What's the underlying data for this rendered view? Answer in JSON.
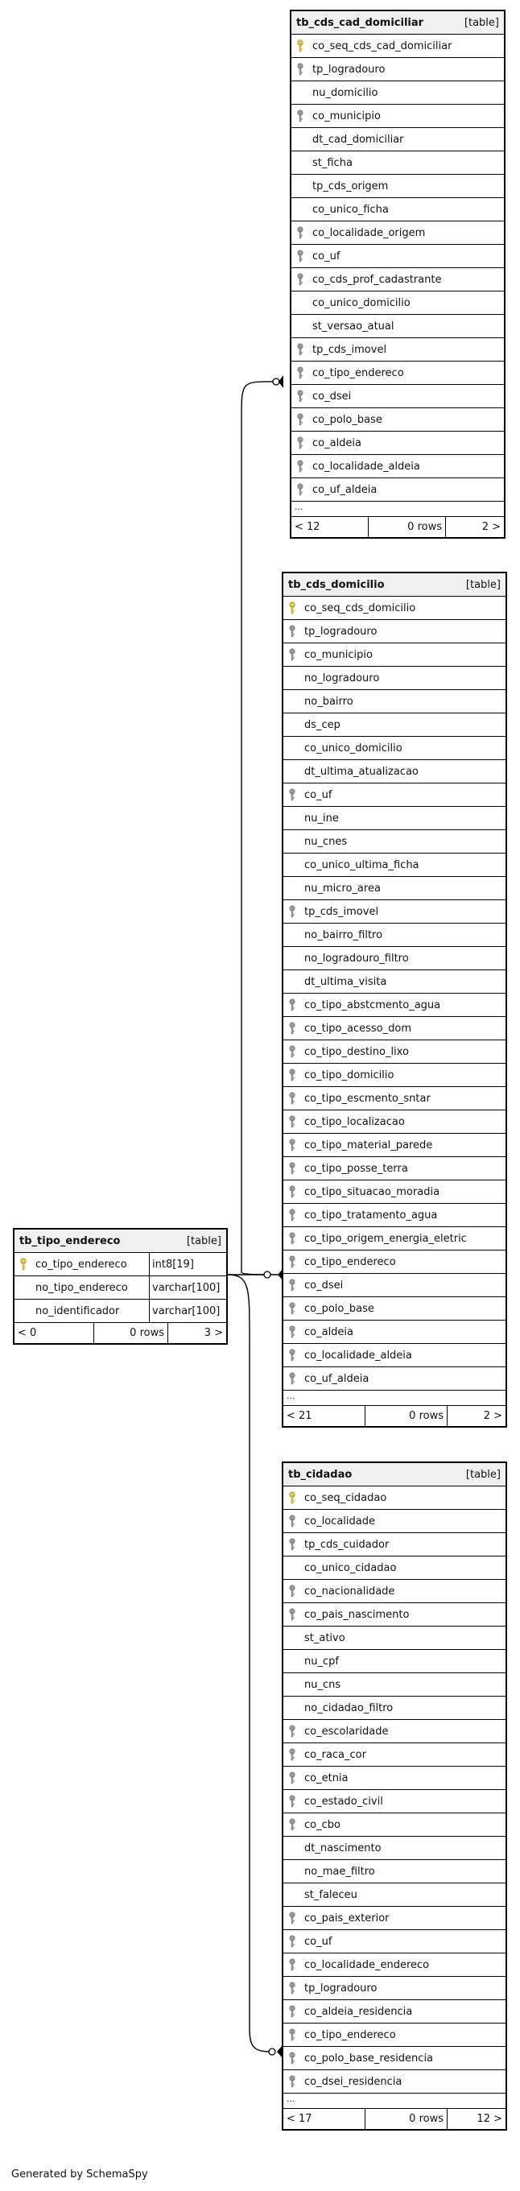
{
  "tables": {
    "cad_domiciliar": {
      "name": "tb_cds_cad_domiciliar",
      "tag": "[table]",
      "columns": [
        {
          "name": "co_seq_cds_cad_domiciliar",
          "key": "pk"
        },
        {
          "name": "tp_logradouro",
          "key": "fk"
        },
        {
          "name": "nu_domicilio",
          "key": ""
        },
        {
          "name": "co_municipio",
          "key": "fk"
        },
        {
          "name": "dt_cad_domiciliar",
          "key": ""
        },
        {
          "name": "st_ficha",
          "key": ""
        },
        {
          "name": "tp_cds_origem",
          "key": ""
        },
        {
          "name": "co_unico_ficha",
          "key": ""
        },
        {
          "name": "co_localidade_origem",
          "key": "fk"
        },
        {
          "name": "co_uf",
          "key": "fk"
        },
        {
          "name": "co_cds_prof_cadastrante",
          "key": "fk"
        },
        {
          "name": "co_unico_domicilio",
          "key": ""
        },
        {
          "name": "st_versao_atual",
          "key": ""
        },
        {
          "name": "tp_cds_imovel",
          "key": "fk"
        },
        {
          "name": "co_tipo_endereco",
          "key": "fk"
        },
        {
          "name": "co_dsei",
          "key": "fk"
        },
        {
          "name": "co_polo_base",
          "key": "fk"
        },
        {
          "name": "co_aldeia",
          "key": "fk"
        },
        {
          "name": "co_localidade_aldeia",
          "key": "fk"
        },
        {
          "name": "co_uf_aldeia",
          "key": "fk"
        }
      ],
      "ellipsis": "...",
      "footer": {
        "left": "< 12",
        "rows": "0 rows",
        "right": "2 >"
      }
    },
    "domicilio": {
      "name": "tb_cds_domicilio",
      "tag": "[table]",
      "columns": [
        {
          "name": "co_seq_cds_domicilio",
          "key": "pk"
        },
        {
          "name": "tp_logradouro",
          "key": "fk"
        },
        {
          "name": "co_municipio",
          "key": "fk"
        },
        {
          "name": "no_logradouro",
          "key": ""
        },
        {
          "name": "no_bairro",
          "key": ""
        },
        {
          "name": "ds_cep",
          "key": ""
        },
        {
          "name": "co_unico_domicilio",
          "key": ""
        },
        {
          "name": "dt_ultima_atualizacao",
          "key": ""
        },
        {
          "name": "co_uf",
          "key": "fk"
        },
        {
          "name": "nu_ine",
          "key": ""
        },
        {
          "name": "nu_cnes",
          "key": ""
        },
        {
          "name": "co_unico_ultima_ficha",
          "key": ""
        },
        {
          "name": "nu_micro_area",
          "key": ""
        },
        {
          "name": "tp_cds_imovel",
          "key": "fk"
        },
        {
          "name": "no_bairro_filtro",
          "key": ""
        },
        {
          "name": "no_logradouro_filtro",
          "key": ""
        },
        {
          "name": "dt_ultima_visita",
          "key": ""
        },
        {
          "name": "co_tipo_abstcmento_agua",
          "key": "fk"
        },
        {
          "name": "co_tipo_acesso_dom",
          "key": "fk"
        },
        {
          "name": "co_tipo_destino_lixo",
          "key": "fk"
        },
        {
          "name": "co_tipo_domicilio",
          "key": "fk"
        },
        {
          "name": "co_tipo_escmento_sntar",
          "key": "fk"
        },
        {
          "name": "co_tipo_localizacao",
          "key": "fk"
        },
        {
          "name": "co_tipo_material_parede",
          "key": "fk"
        },
        {
          "name": "co_tipo_posse_terra",
          "key": "fk"
        },
        {
          "name": "co_tipo_situacao_moradia",
          "key": "fk"
        },
        {
          "name": "co_tipo_tratamento_agua",
          "key": "fk"
        },
        {
          "name": "co_tipo_origem_energia_eletric",
          "key": "fk"
        },
        {
          "name": "co_tipo_endereco",
          "key": "fk"
        },
        {
          "name": "co_dsei",
          "key": "fk"
        },
        {
          "name": "co_polo_base",
          "key": "fk"
        },
        {
          "name": "co_aldeia",
          "key": "fk"
        },
        {
          "name": "co_localidade_aldeia",
          "key": "fk"
        },
        {
          "name": "co_uf_aldeia",
          "key": "fk"
        }
      ],
      "ellipsis": "...",
      "footer": {
        "left": "< 21",
        "rows": "0 rows",
        "right": "2 >"
      }
    },
    "cidadao": {
      "name": "tb_cidadao",
      "tag": "[table]",
      "columns": [
        {
          "name": "co_seq_cidadao",
          "key": "pk"
        },
        {
          "name": "co_localidade",
          "key": "fk"
        },
        {
          "name": "tp_cds_cuidador",
          "key": "fk"
        },
        {
          "name": "co_unico_cidadao",
          "key": ""
        },
        {
          "name": "co_nacionalidade",
          "key": "fk"
        },
        {
          "name": "co_pais_nascimento",
          "key": "fk"
        },
        {
          "name": "st_ativo",
          "key": ""
        },
        {
          "name": "nu_cpf",
          "key": ""
        },
        {
          "name": "nu_cns",
          "key": ""
        },
        {
          "name": "no_cidadao_filtro",
          "key": ""
        },
        {
          "name": "co_escolaridade",
          "key": "fk"
        },
        {
          "name": "co_raca_cor",
          "key": "fk"
        },
        {
          "name": "co_etnia",
          "key": "fk"
        },
        {
          "name": "co_estado_civil",
          "key": "fk"
        },
        {
          "name": "co_cbo",
          "key": "fk"
        },
        {
          "name": "dt_nascimento",
          "key": ""
        },
        {
          "name": "no_mae_filtro",
          "key": ""
        },
        {
          "name": "st_faleceu",
          "key": ""
        },
        {
          "name": "co_pais_exterior",
          "key": "fk"
        },
        {
          "name": "co_uf",
          "key": "fk"
        },
        {
          "name": "co_localidade_endereco",
          "key": "fk"
        },
        {
          "name": "tp_logradouro",
          "key": "fk"
        },
        {
          "name": "co_aldeia_residencia",
          "key": "fk"
        },
        {
          "name": "co_tipo_endereco",
          "key": "fk"
        },
        {
          "name": "co_polo_base_residencia",
          "key": "fk"
        },
        {
          "name": "co_dsei_residencia",
          "key": "fk"
        }
      ],
      "ellipsis": "...",
      "footer": {
        "left": "< 17",
        "rows": "0 rows",
        "right": "12 >"
      }
    },
    "tipo_endereco": {
      "name": "tb_tipo_endereco",
      "tag": "[table]",
      "columns": [
        {
          "name": "co_tipo_endereco",
          "key": "pk",
          "type": "int8[19]"
        },
        {
          "name": "no_tipo_endereco",
          "key": "",
          "type": "varchar[100]"
        },
        {
          "name": "no_identificador",
          "key": "",
          "type": "varchar[100]"
        }
      ],
      "footer": {
        "left": "< 0",
        "rows": "0 rows",
        "right": "3 >"
      }
    }
  },
  "colors": {
    "pk_key": "#f2d21b",
    "fk_key": "#9a9a9a",
    "header_bg": "#f0f0f0",
    "line": "#000000"
  },
  "credit": "Generated by SchemaSpy"
}
